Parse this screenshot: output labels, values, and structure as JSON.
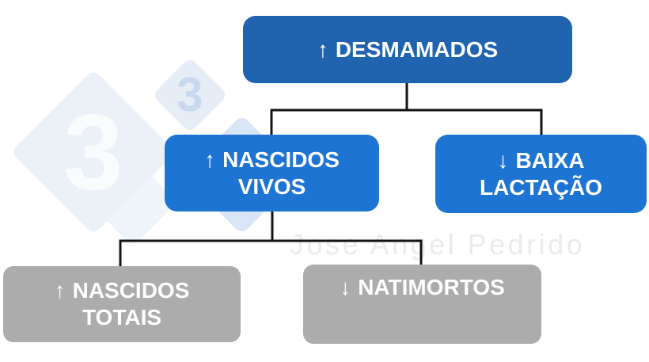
{
  "watermark": {
    "author": "Jose Angel Pedrido",
    "logo_digit_large": "3",
    "logo_digit_small": "3"
  },
  "colors": {
    "root_box": "#2063AE",
    "level2_box": "#1E74D2",
    "level3_box": "#ACACAC",
    "box_text": "#FFFFFF",
    "connector": "#131313",
    "watermark_text": "#EBEBEB",
    "diamond_big": "#ECF1F8",
    "diamond_small": "#E7EDF7",
    "diamond_mid": "#D9E6F6",
    "diamond_faint": "#EFF3FA",
    "digit_large": "#F9FBFD",
    "digit_small": "#C7D8EF"
  },
  "nodes": {
    "desmamados": {
      "arrow": "↑",
      "line1": "DESMAMADOS",
      "line2": ""
    },
    "nascidos_vivos": {
      "arrow": "↑",
      "line1": "NASCIDOS",
      "line2": "VIVOS"
    },
    "baixa_lactacao": {
      "arrow": "↓",
      "line1": "BAIXA",
      "line2": "LACTAÇÃO"
    },
    "nascidos_totais": {
      "arrow": "↑",
      "line1": "NASCIDOS",
      "line2": "TOTAIS"
    },
    "natimortos": {
      "arrow": "↓",
      "line1": "NATIMORTOS",
      "line2": ""
    }
  },
  "hierarchy": {
    "root": "desmamados",
    "edges": [
      {
        "from": "desmamados",
        "to": "nascidos_vivos"
      },
      {
        "from": "desmamados",
        "to": "baixa_lactacao"
      },
      {
        "from": "nascidos_vivos",
        "to": "nascidos_totais"
      },
      {
        "from": "nascidos_vivos",
        "to": "natimortos"
      }
    ]
  }
}
